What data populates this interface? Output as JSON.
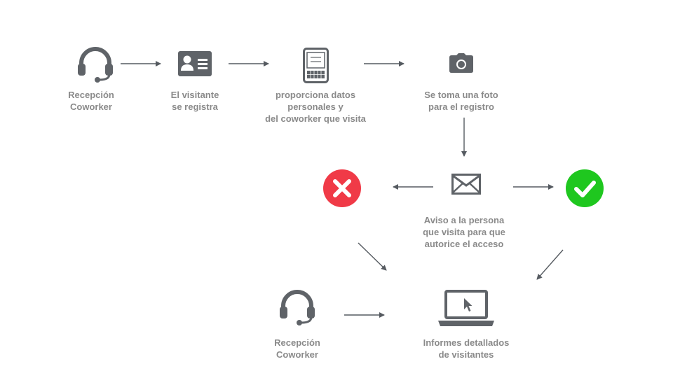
{
  "nodes": {
    "reception_top": {
      "lines": [
        "Recepción",
        "Coworker"
      ],
      "icon": "headset-icon"
    },
    "visitor_registers": {
      "lines": [
        "El visitante",
        "se registra"
      ],
      "icon": "id-card-icon"
    },
    "provides_data": {
      "lines": [
        "proporciona datos",
        "personales y",
        "del coworker que visita"
      ],
      "icon": "tablet-icon"
    },
    "photo_taken": {
      "lines": [
        "Se toma una foto",
        "para el registro"
      ],
      "icon": "camera-icon"
    },
    "notify_host": {
      "lines": [
        "Aviso a la persona",
        "que visita para que",
        "autorice el acceso"
      ],
      "icon": "envelope-icon"
    },
    "access_denied": {
      "icon": "reject-x-icon",
      "color": "#f03a47"
    },
    "access_approved": {
      "icon": "approve-check-icon",
      "color": "#1fc71f"
    },
    "reception_bottom": {
      "lines": [
        "Recepción",
        "Coworker"
      ],
      "icon": "headset-icon"
    },
    "reports": {
      "lines": [
        "Informes detallados",
        "de visitantes"
      ],
      "icon": "laptop-icon"
    }
  },
  "colors": {
    "icon": "#5f6368",
    "text": "#8a8a8a",
    "arrow": "#555a60"
  }
}
